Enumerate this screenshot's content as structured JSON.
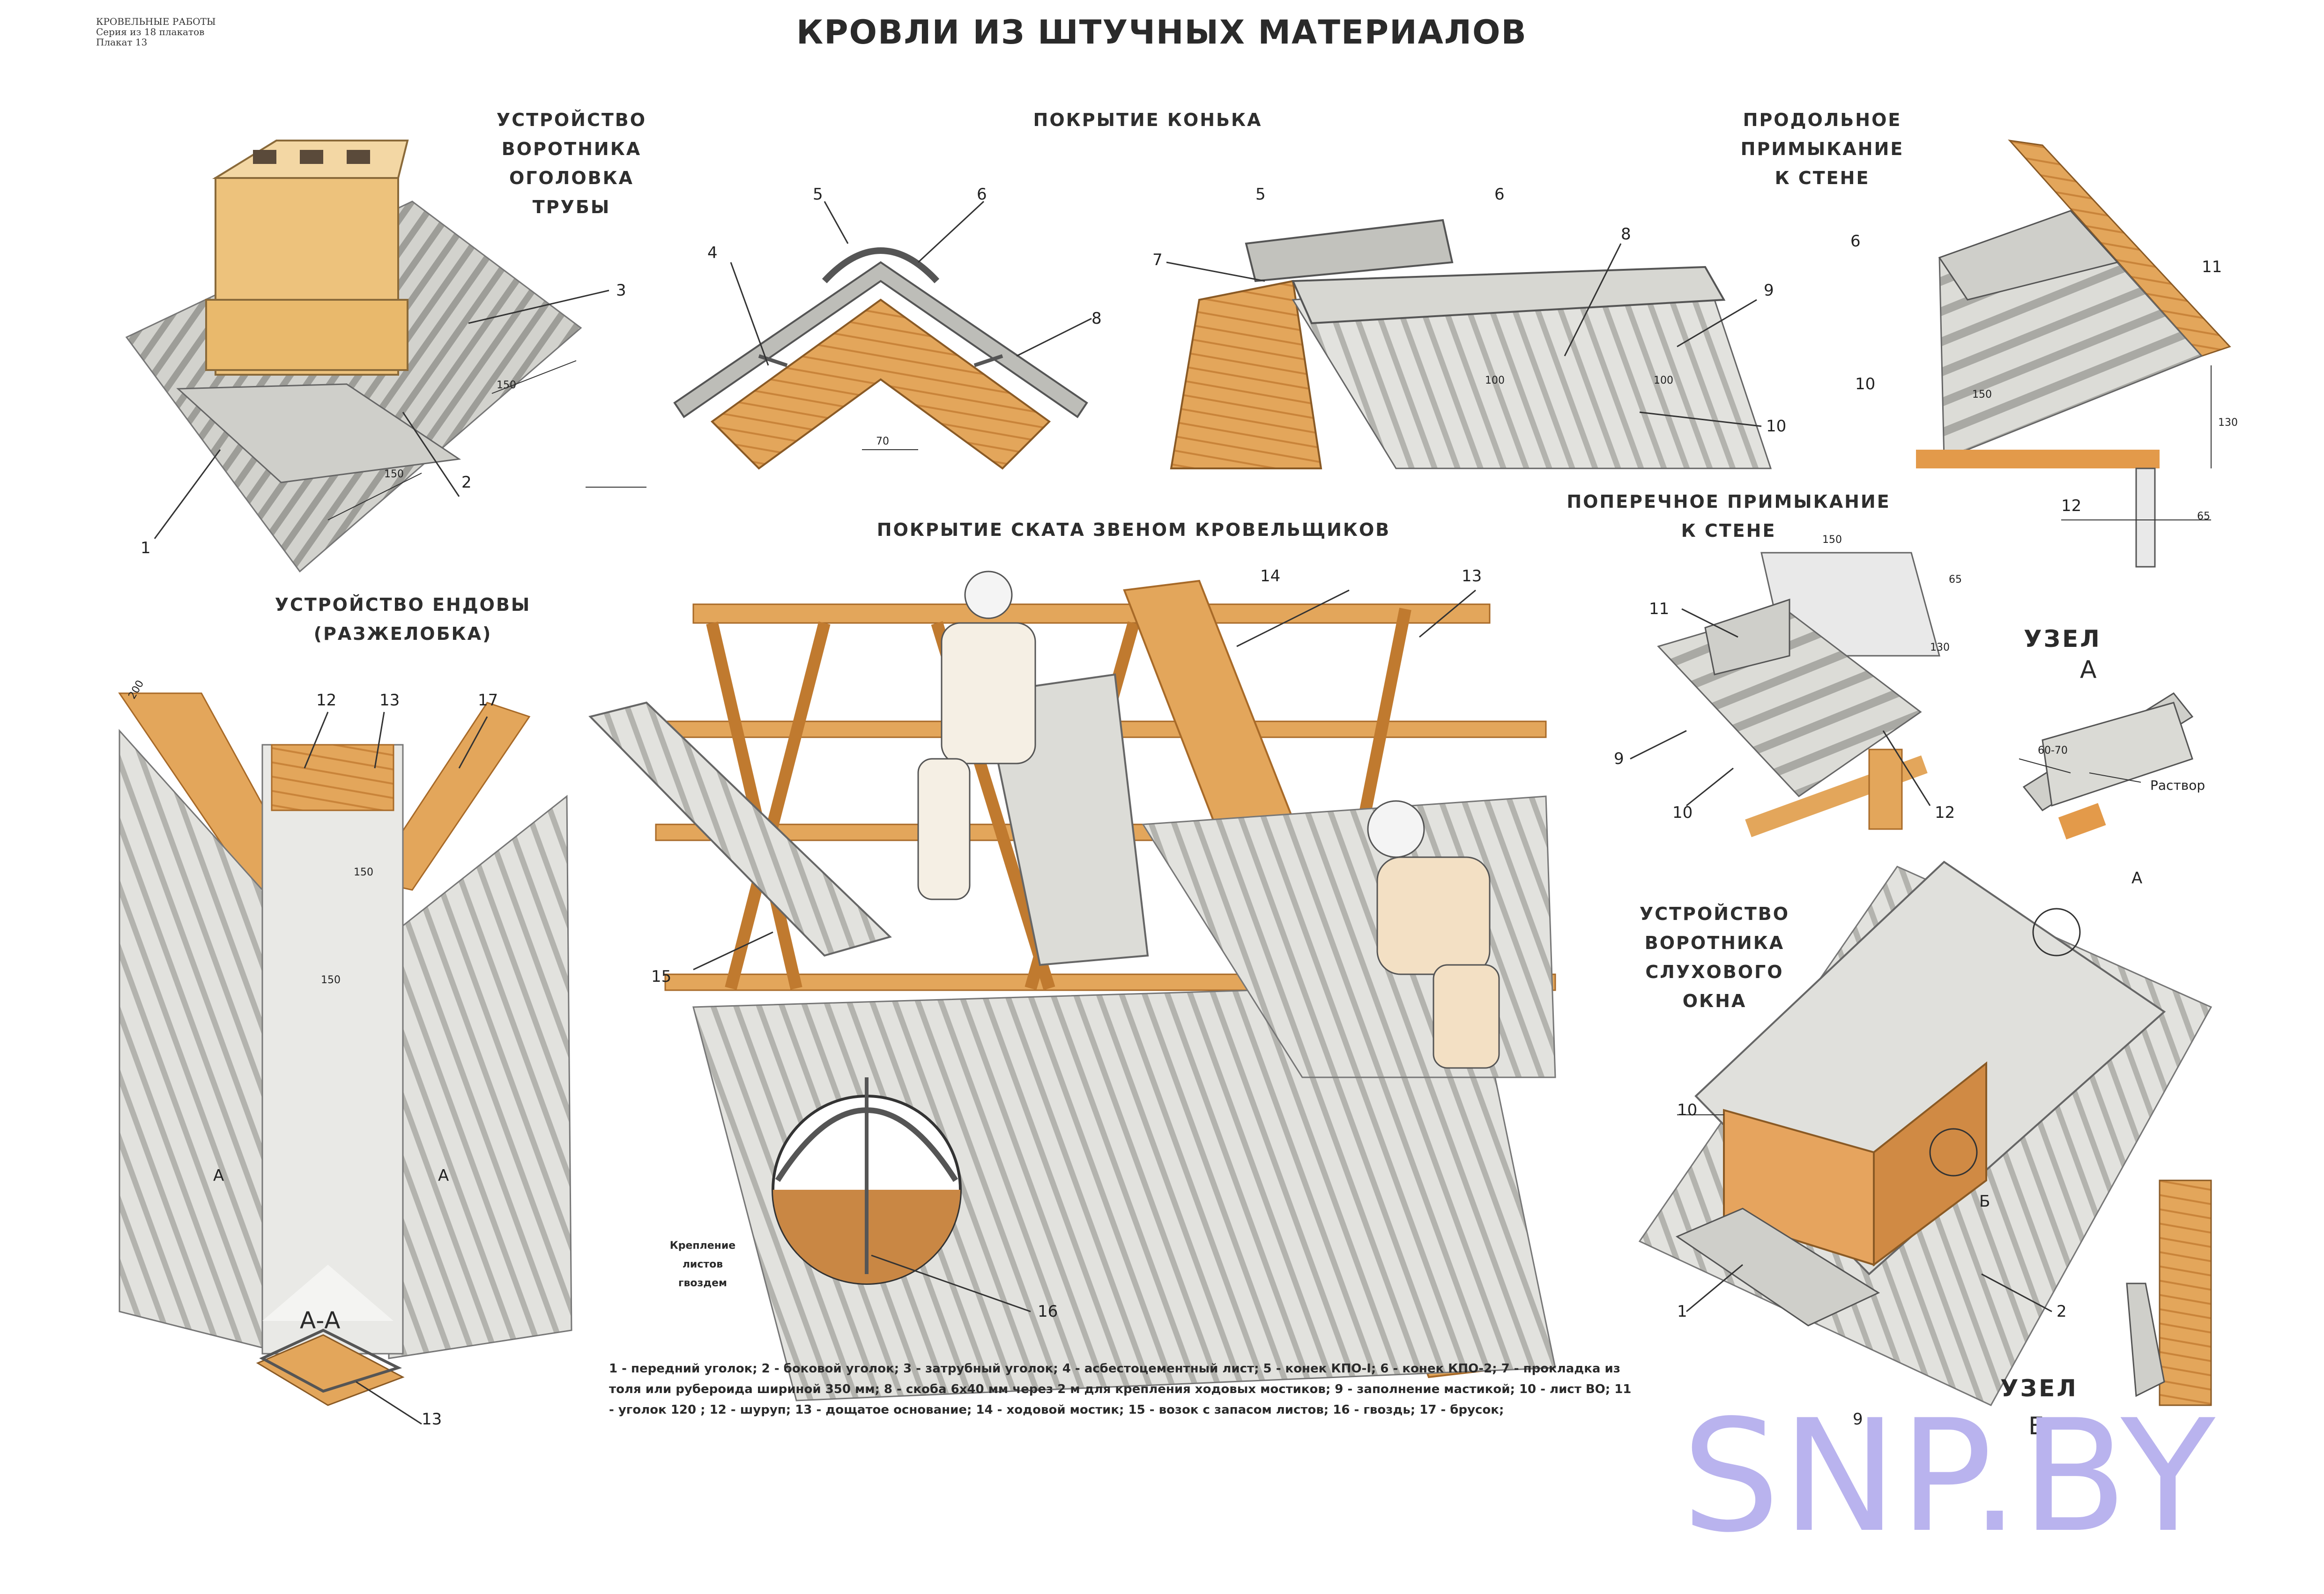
{
  "header": {
    "series_line1": "КРОВЕЛЬНЫЕ РАБОТЫ",
    "series_line2": "Серия из 18 плакатов",
    "series_line3": "Плакат 13"
  },
  "title": "КРОВЛИ ИЗ ШТУЧНЫХ МАТЕРИАЛОВ",
  "sections": {
    "chimney": "УСТРОЙСТВО\nВОРОТНИКА\nОГОЛОВКА\nТРУБЫ",
    "ridge": "ПОКРЫТИЕ КОНЬКА",
    "longitudinal": "ПРОДОЛЬНОЕ\nПРИМЫКАНИЕ\nК СТЕНЕ",
    "slope": "ПОКРЫТИЕ СКАТА ЗВЕНОМ КРОВЕЛЬЩИКОВ",
    "transverse": "ПОПЕРЕЧНОЕ ПРИМЫКАНИЕ\nК СТЕНЕ",
    "valley": "УСТРОЙСТВО ЕНДОВЫ\n(РАЗЖЕЛОБКА)",
    "dormer": "УСТРОЙСТВО\nВОРОТНИКА\nСЛУХОВОГО\nОКНА"
  },
  "callouts": {
    "chimney": [
      "1",
      "2",
      "3"
    ],
    "ridge_left": [
      "4",
      "5",
      "6",
      "8"
    ],
    "ridge_right": [
      "5",
      "6",
      "7",
      "8",
      "9",
      "10"
    ],
    "longitudinal": [
      "6",
      "11",
      "10",
      "12"
    ],
    "slope": [
      "14",
      "13",
      "15",
      "16"
    ],
    "transverse": [
      "11",
      "9",
      "10",
      "12"
    ],
    "valley": [
      "12",
      "13",
      "17",
      "13"
    ],
    "dormer": [
      "10",
      "1",
      "2",
      "9"
    ]
  },
  "dimensions": {
    "chimney_a": "150",
    "chimney_b": "150",
    "ridge_gap": "70",
    "ridge_overlap_a": "100",
    "ridge_overlap_b": "100",
    "long_overlap": "150",
    "long_height": "130",
    "long_offset": "65",
    "trans_overlap": "150",
    "trans_offset": "65",
    "trans_height": "130",
    "valley_a": "200",
    "valley_b": "150",
    "valley_c": "150",
    "uzel_a_range": "60-70"
  },
  "labels": {
    "section_aa": "А-А",
    "cut_left": "А",
    "cut_right": "А",
    "mortar": "Раствор",
    "uzel_a_title": "УЗЕЛ",
    "uzel_a_letter": "А",
    "uzel_b_title": "УЗЕЛ",
    "uzel_b_letter": "Б",
    "dormer_a": "А",
    "dormer_b": "Б",
    "fastening_caption": "Крепление\nлистов\nгвоздем"
  },
  "legend": "1 - передний уголок; 2 - боковой уголок; 3 - затрубный уголок; 4 - асбестоцементный лист; 5 - конек КПО-I; 6 - конек КПО-2; 7 - прокладка из толя или рубероида шириной 350 мм; 8 - скоба 6х40 мм через 2 м для крепления ходовых мостиков; 9 - заполнение мастикой; 10 - лист ВО; 11 - уголок 120 ; 12 - шуруп; 13 - дощатое основание; 14 - ходовой мостик; 15 - возок с запасом листов; 16 - гвоздь; 17 - брусок;",
  "watermark": "SNP.BY",
  "colors": {
    "wood": "#e0a255",
    "wood_dark": "#c07a2f",
    "sheet": "#c9c9c4",
    "sheet_dark": "#8f8f8a",
    "brick": "#ecc47f",
    "watermark": "#b9b3ee",
    "text": "#2a2a2a"
  }
}
